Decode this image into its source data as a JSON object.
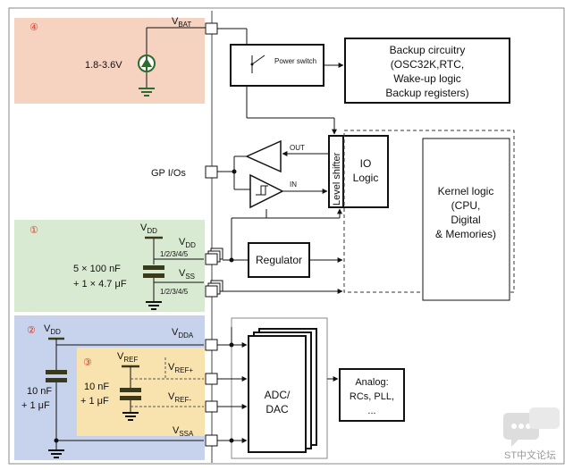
{
  "zones": {
    "z4": "④",
    "z1": "①",
    "z2": "②",
    "z3": "③"
  },
  "pins": {
    "vbat_main": "V",
    "vbat_sub": "BAT",
    "gpio": "GP I/Os",
    "vdd_main": "V",
    "vdd_sub": "DD",
    "vdd_pins": "1/2/3/4/5",
    "vss_main": "V",
    "vss_sub": "SS",
    "vss_pins": "1/2/3/4/5",
    "vdda_main": "V",
    "vdda_sub": "DDA",
    "vrefp_main": "V",
    "vrefp_sub": "REF+",
    "vrefm_main": "V",
    "vrefm_sub": "REF-",
    "vssa_main": "V",
    "vssa_sub": "SSA"
  },
  "supply": {
    "battery_voltage": "1.8-3.6V",
    "vdd_cap_top_main": "V",
    "vdd_cap_top_sub": "DD",
    "caps_line1": "5 × 100 nF",
    "caps_line2": "+ 1 × 4.7 μF",
    "vdda_cap_top_main": "V",
    "vdda_cap_top_sub": "DD",
    "vdda_caps_line1": "10 nF",
    "vdda_caps_line2": "+ 1 μF",
    "vref_cap_top_main": "V",
    "vref_cap_top_sub": "REF",
    "vref_caps_line1": "10 nF",
    "vref_caps_line2": "+ 1 μF"
  },
  "blocks": {
    "power_switch": "Power switch",
    "backup_lines": [
      "Backup circuitry",
      "(OSC32K,RTC,",
      "Wake-up logic",
      "Backup registers)"
    ],
    "out_label": "OUT",
    "in_label": "IN",
    "level_shifter": "Level shifter",
    "io_logic_lines": [
      "IO",
      "Logic"
    ],
    "kernel_lines": [
      "Kernel logic",
      "(CPU,",
      "Digital",
      "& Memories)"
    ],
    "regulator": "Regulator",
    "adc_lines": [
      "ADC/",
      "DAC"
    ],
    "analog_lines": [
      "Analog:",
      "RCs, PLL,",
      "..."
    ]
  },
  "watermark": {
    "text": "ST中文论坛"
  },
  "colors": {
    "zone4": "#f6d2c0",
    "zone1": "#d9ead2",
    "zone2": "#c7d3ec",
    "zone3": "#f8e3ae",
    "cap_dark": "#3a3a1a",
    "battery_green": "#2e6b2e",
    "zone_number": "#d23a2a"
  }
}
